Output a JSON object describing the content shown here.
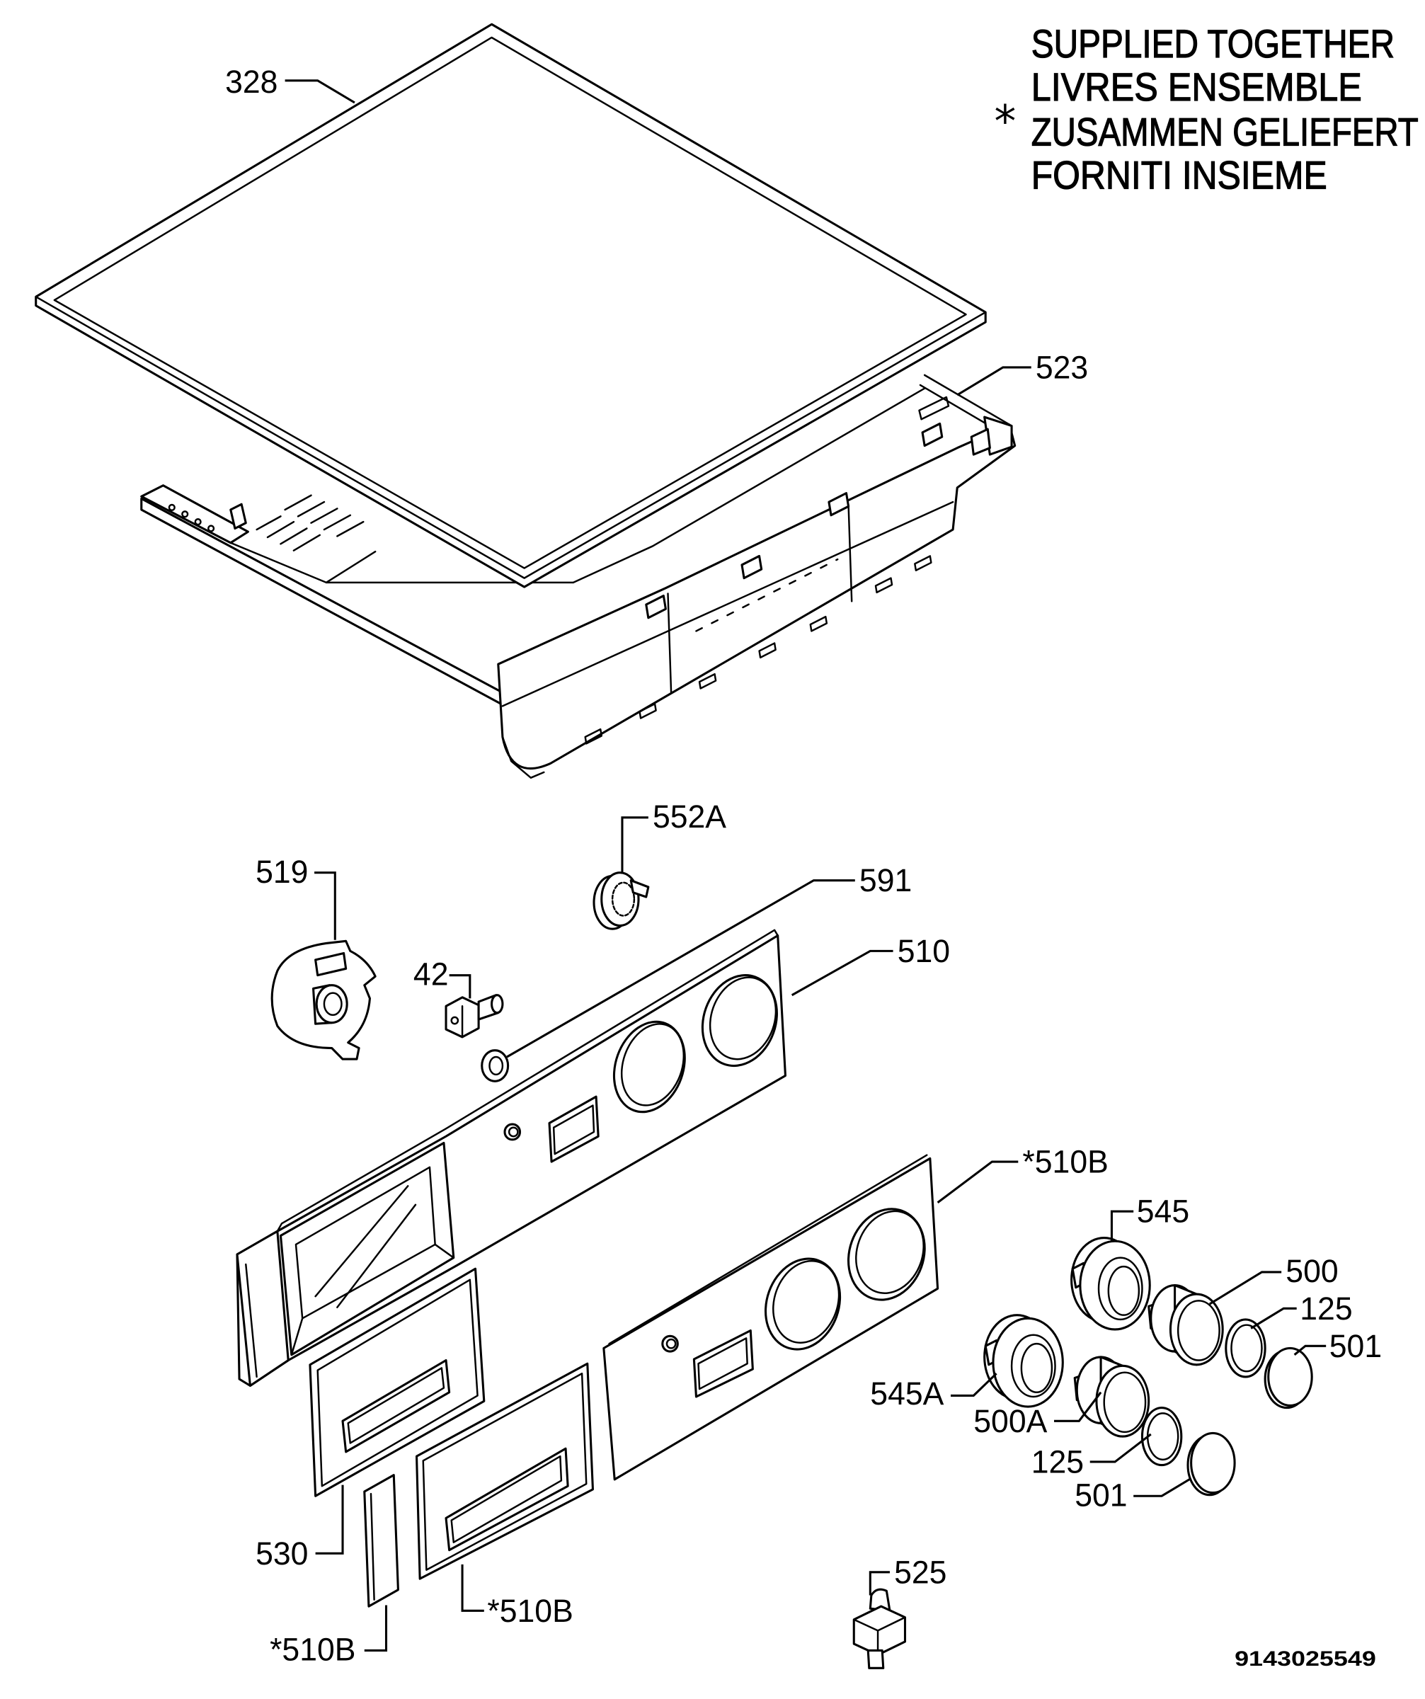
{
  "legend": {
    "marker": "*",
    "lines": [
      "SUPPLIED TOGETHER",
      "LIVRES ENSEMBLE",
      "ZUSAMMEN GELIEFERT",
      "FORNITI INSIEME"
    ]
  },
  "labels": [
    "328",
    "523",
    "552A",
    "519",
    "591",
    "42",
    "510",
    "*510B",
    "545",
    "500",
    "125",
    "501",
    "545A",
    "500A",
    "125",
    "501",
    "530",
    "*510B",
    "*510B",
    "525"
  ],
  "drawing_number": "9143025549",
  "colors": {
    "line": "#000000",
    "background": "#ffffff"
  }
}
